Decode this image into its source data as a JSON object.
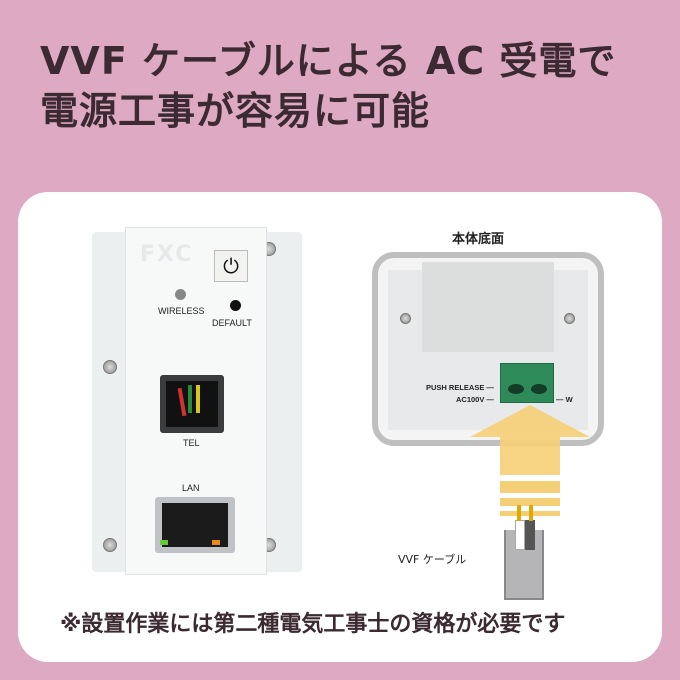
{
  "headline": {
    "line1": "VVF ケーブルによる AC 受電で",
    "line2": "電源工事が容易に可能"
  },
  "device_front": {
    "logo": "FXC",
    "power_icon": "power-icon",
    "wireless_label": "WIRELESS",
    "default_label": "DEFAULT",
    "tel_label": "TEL",
    "lan_label": "LAN"
  },
  "device_bottom": {
    "caption": "本体底面",
    "push_release_label": "PUSH RELEASE —",
    "ac100v_label": "AC100V —",
    "w_label": "— W",
    "cable_label": "VVF ケーブル"
  },
  "colors": {
    "background": "#dea9c2",
    "arrow": "#f5cf75",
    "terminal": "#2f8a5a"
  },
  "footnote": "※設置作業には第二種電気工事士の資格が必要です"
}
